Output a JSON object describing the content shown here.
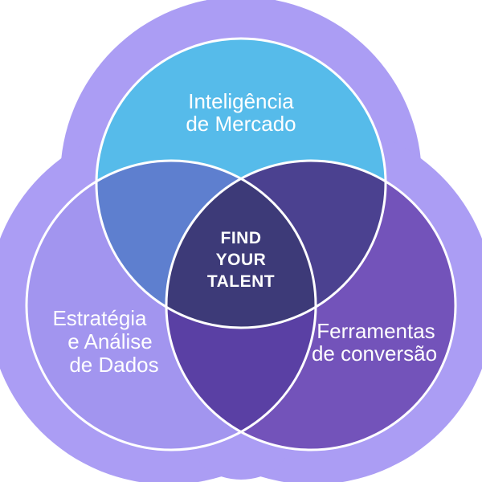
{
  "colors": {
    "page_background": "#ffffff",
    "blob": "#ab9df4",
    "circle_top_fill": "#56bbea",
    "circle_left_fill": "#a295ef",
    "circle_right_fill": "#7353ba",
    "overlap_top_left": "#5e7fcf",
    "overlap_top_right": "#4b4190",
    "overlap_left_right": "#5a40a4",
    "overlap_center": "#3d3a78",
    "circle_outline": "#ffffff",
    "label_text": "#ffffff"
  },
  "diagram": {
    "type": "venn",
    "center_label": {
      "line1": "FIND",
      "line2": "YOUR",
      "line3": "TALENT"
    },
    "top_circle": {
      "label_line1": "Inteligência",
      "label_line2": "de Mercado"
    },
    "left_circle": {
      "label_line1": "Estratégia",
      "label_line2": "e Análise",
      "label_line3": "de Dados"
    },
    "right_circle": {
      "label_line1": "Ferramentas",
      "label_line2": "de conversão"
    }
  }
}
